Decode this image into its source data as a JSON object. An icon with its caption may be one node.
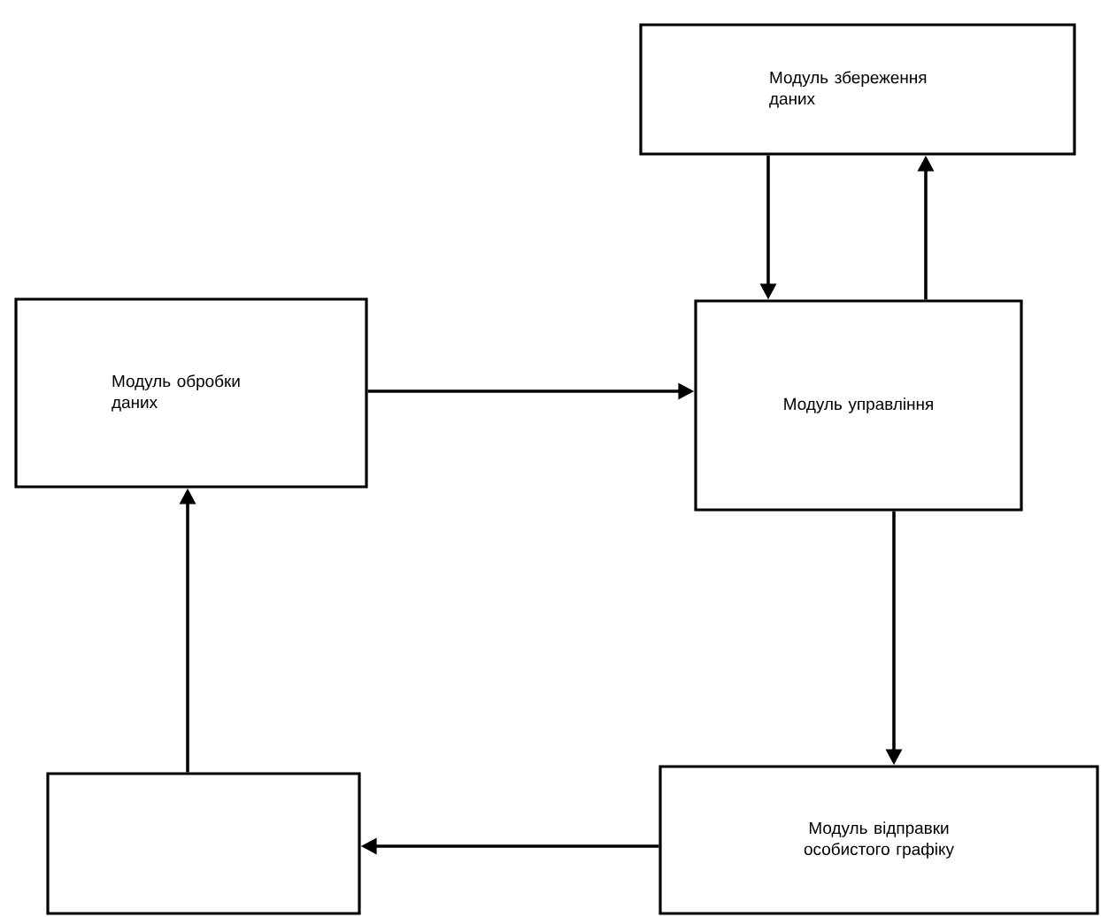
{
  "diagram": {
    "nodes": [
      {
        "text": [
          "Модуль збереження даних"
        ]
      },
      {
        "text": [
          "Модуль обробки даних"
        ]
      },
      {
        "text": [
          "Модуль управління"
        ]
      },
      {
        "text": [
          "Модуль відправки особистого графіку"
        ]
      },
      {
        "text": [],
        "shape": "box"
      }
    ],
    "edges": [
      {
        "from": 0,
        "to": 2,
        "arrow": "to"
      },
      {
        "from": 2,
        "to": 0,
        "arrow": "to"
      },
      {
        "from": 1,
        "to": 2,
        "arrow": "to"
      },
      {
        "from": 2,
        "to": 3,
        "arrow": "to"
      },
      {
        "from": 3,
        "to": 4,
        "arrow": "to"
      },
      {
        "from": 4,
        "to": 1,
        "arrow": "to"
      }
    ]
  }
}
